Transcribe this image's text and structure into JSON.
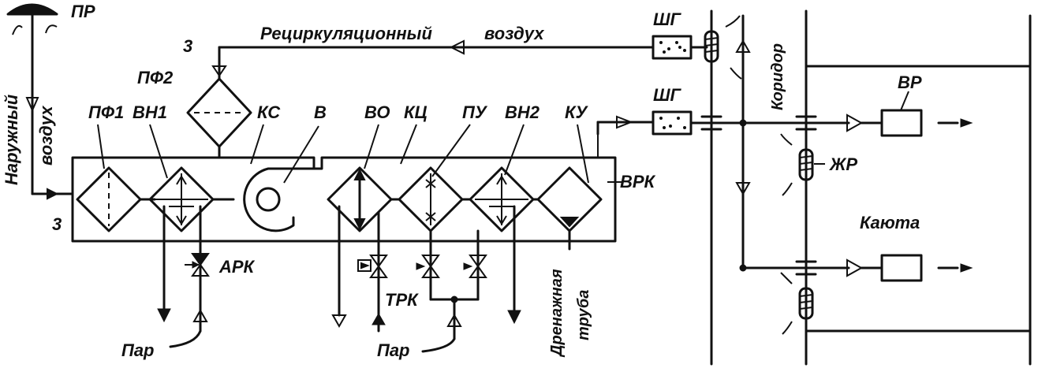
{
  "labels": {
    "pr": "ПР",
    "outside_air": "Наружный",
    "outside_air_2": "воздух",
    "recirc": "Рециркуляционный",
    "recirc_2": "воздух",
    "z_top": "3",
    "z_left": "3",
    "pf2": "ПФ2",
    "pf1": "ПФ1",
    "vn1": "ВН1",
    "ks": "КС",
    "v": "В",
    "vo": "ВО",
    "kc": "КЦ",
    "pu": "ПУ",
    "vn2": "ВН2",
    "ku": "КУ",
    "vrk": "ВРК",
    "shg_top": "ШГ",
    "shg_mid": "ШГ",
    "corridor": "Коридор",
    "vr": "ВР",
    "zhr": "ЖР",
    "cabin": "Каюта",
    "ark": "АРК",
    "trk": "ТРК",
    "steam_left": "Пар",
    "steam_mid": "Пар",
    "drain_1": "Дренажная",
    "drain_2": "труба"
  }
}
